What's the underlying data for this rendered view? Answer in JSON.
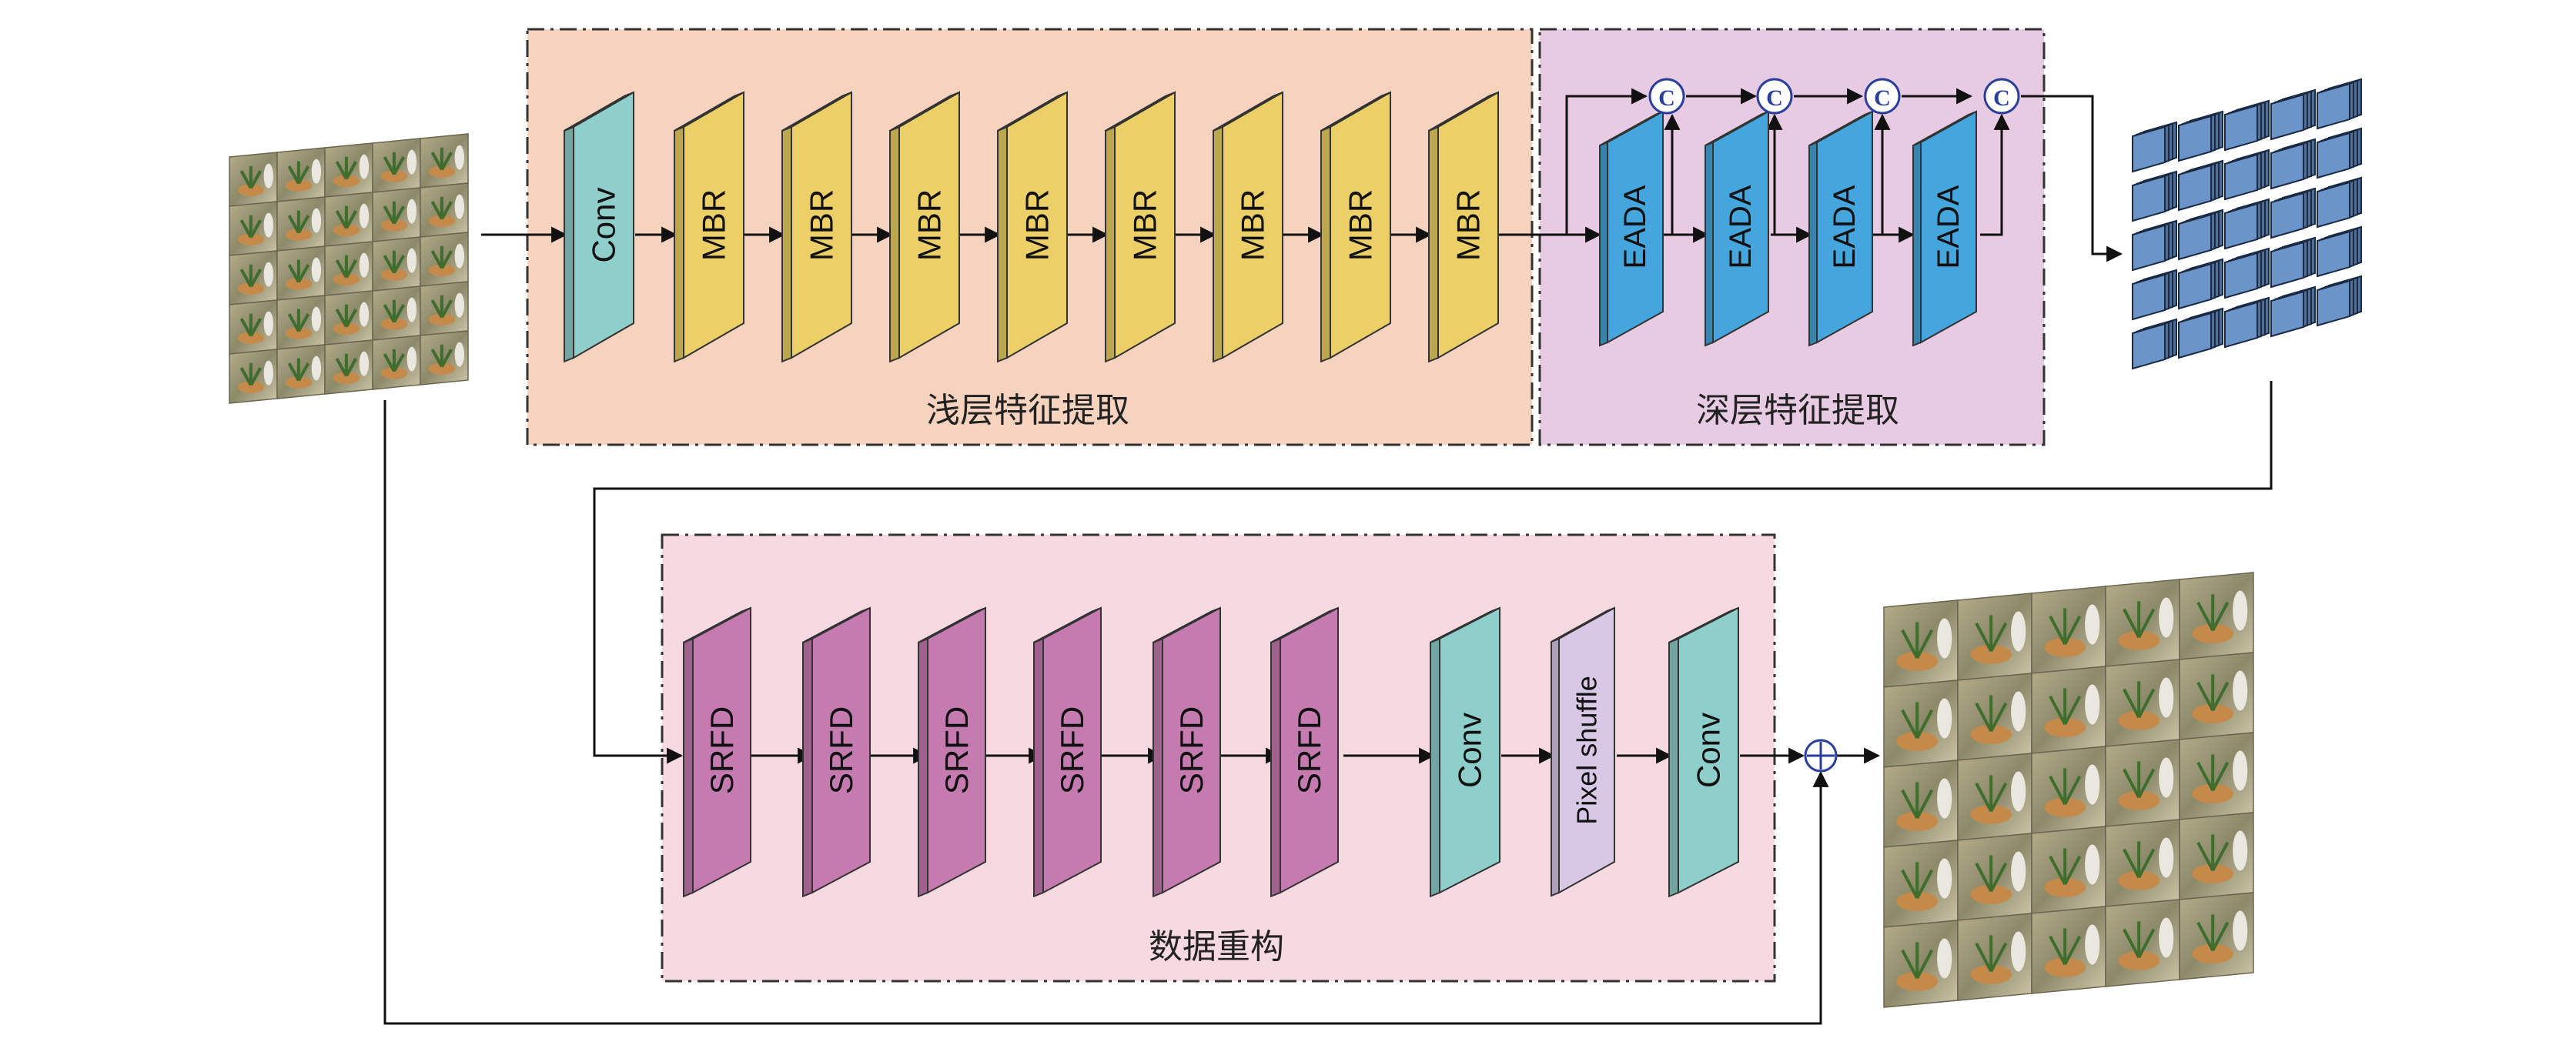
{
  "regions": {
    "shallow": {
      "label": "浅层特征提取",
      "color": "#f6d3be"
    },
    "deep": {
      "label": "深层特征提取",
      "color": "#e7cbe2"
    },
    "recon": {
      "label": "数据重构",
      "color": "#f7d9e1"
    }
  },
  "blocks": {
    "conv": "Conv",
    "mbr": "MBR",
    "eada": "EADA",
    "srfd": "SRFD",
    "pixel_shuffle": "Pixel shuffle"
  },
  "symbols": {
    "concat": "C",
    "add": "+"
  },
  "colors": {
    "conv": "#8ecfcb",
    "mbr": "#ecd067",
    "eada": "#44a6dc",
    "srfd": "#c57bb0",
    "pixel_shuffle": "#d8c8e6",
    "feature_cube": "#6b94c8",
    "line": "#111111",
    "concat": "#2a3f9b"
  },
  "icons": {
    "input_grid": "light-field-input-image-grid",
    "output_grid": "light-field-output-image-grid",
    "feature_cube": "feature-map-stack"
  }
}
